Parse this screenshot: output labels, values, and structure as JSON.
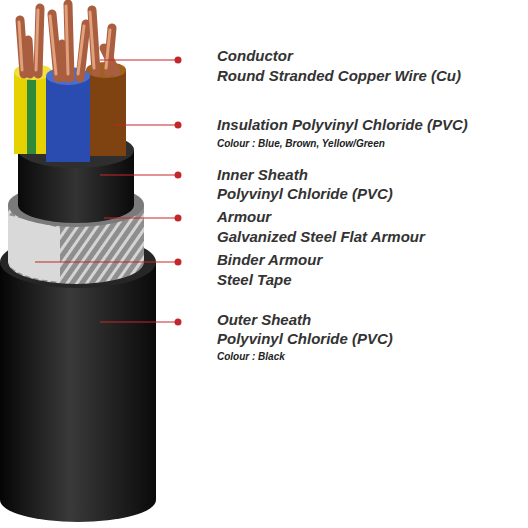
{
  "diagram": {
    "labels": [
      "Conductor",
      "Round Stranded Copper Wire (Cu)",
      "Insulation Polyvinyl Chloride (PVC)",
      "Colour : Blue, Brown, Yellow/Green",
      "Inner Sheath",
      "Polyvinyl Chloride (PVC)",
      "Armour",
      "Galvanized Steel Flat Armour",
      "Binder Armour",
      "Steel Tape",
      "Outer Sheath",
      "Polyvinyl Chloride (PVC)",
      "Colour : Black"
    ]
  }
}
